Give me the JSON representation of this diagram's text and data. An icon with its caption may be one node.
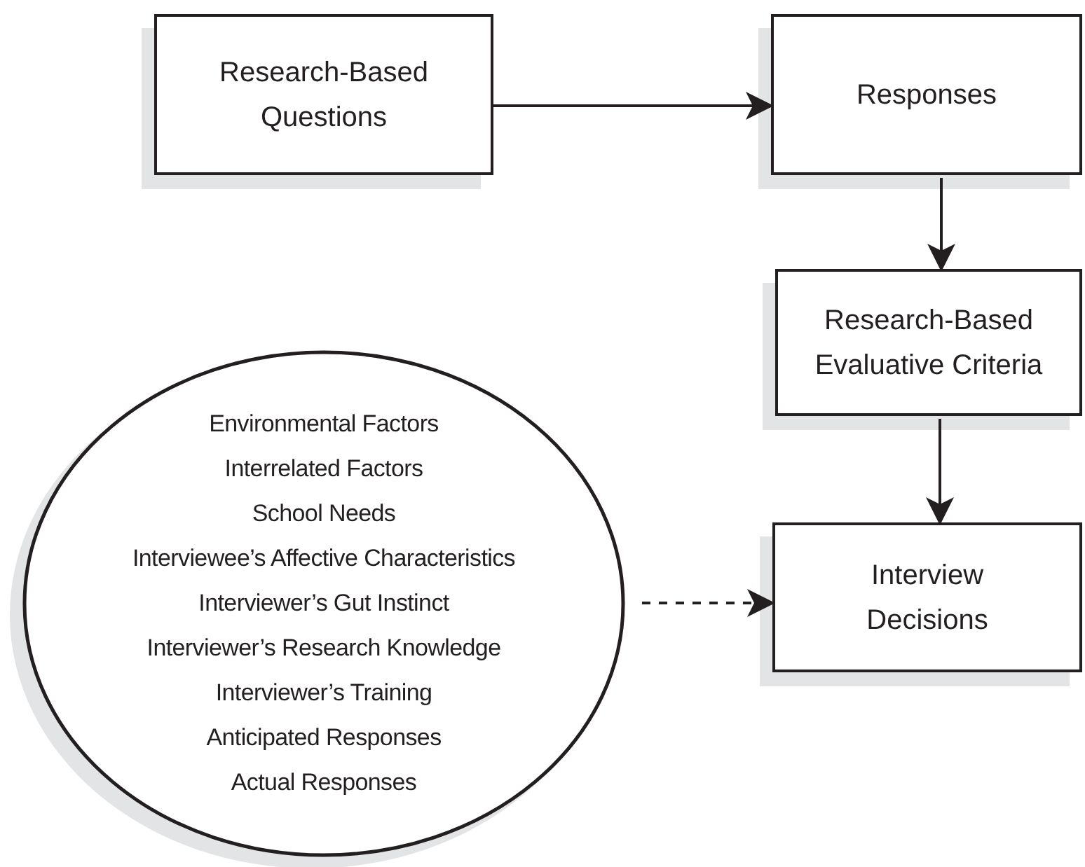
{
  "diagram": {
    "nodes": [
      {
        "text": [
          "Research-Based Questions"
        ]
      },
      {
        "text": [
          "Responses"
        ]
      },
      {
        "text": [
          "Research-Based Evaluative Criteria"
        ]
      },
      {
        "text": [
          "Interview Decisions"
        ]
      },
      {
        "text": [
          "Environmental Factors",
          "Interrelated Factors",
          "School Needs",
          "Interviewee’s Affective Characteristics",
          "Interviewer’s Gut Instinct",
          "Interviewer’s Research Knowledge",
          "Interviewer’s Training",
          "Anticipated Responses",
          "Actual Responses"
        ]
      }
    ],
    "edges": [
      {
        "from": 0,
        "to": 1,
        "arrow": "to"
      },
      {
        "from": 1,
        "to": 2,
        "arrow": "to"
      },
      {
        "from": 2,
        "to": 3,
        "arrow": "to"
      },
      {
        "from": 4,
        "to": 3,
        "arrow": "to",
        "style": "dashed"
      }
    ]
  }
}
